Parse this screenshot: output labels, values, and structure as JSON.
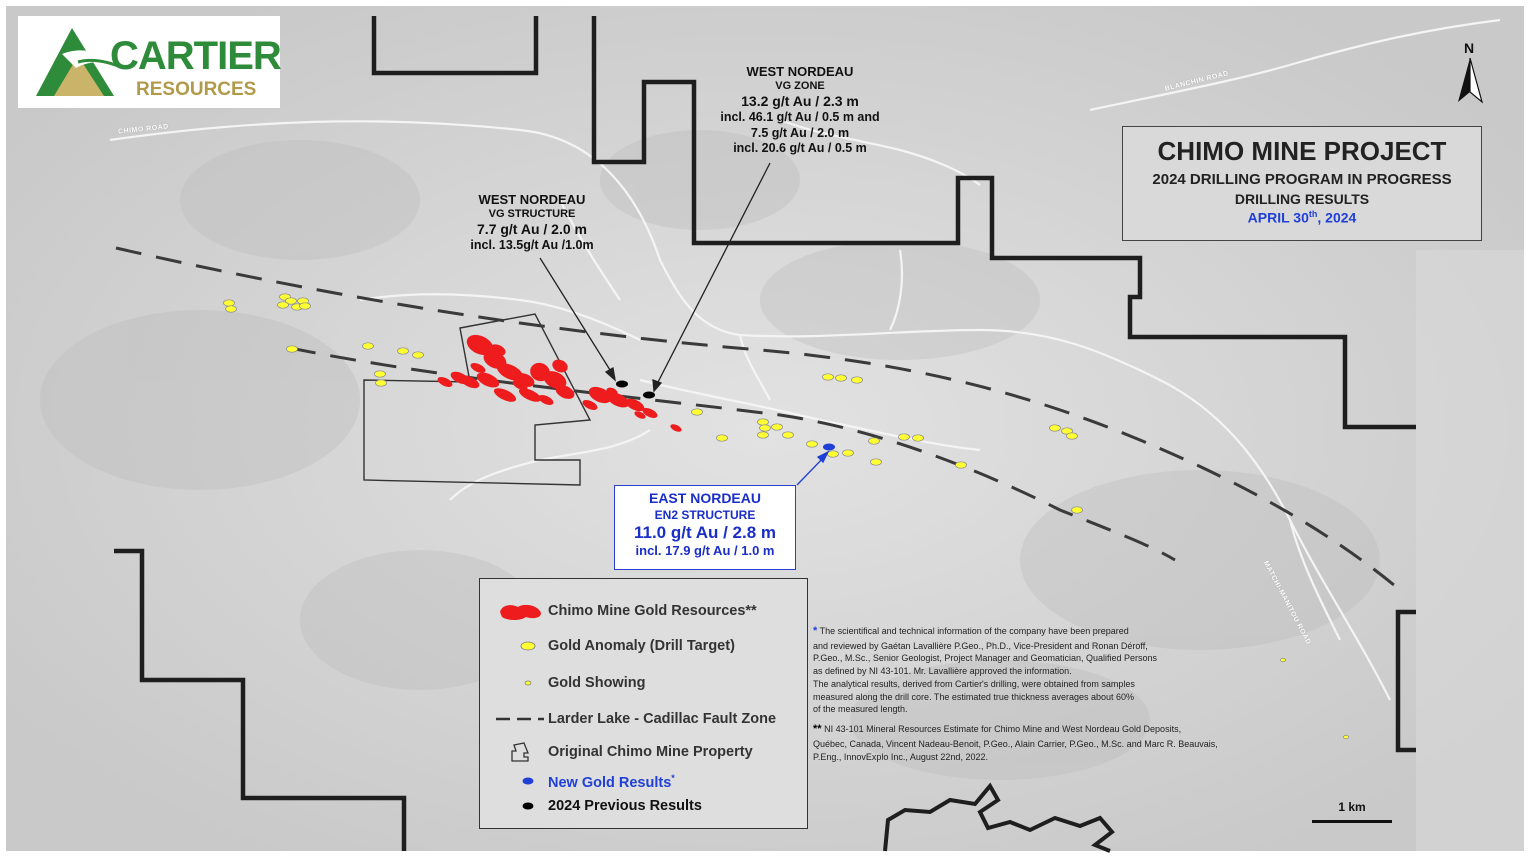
{
  "logo": {
    "line1": "CARTIER",
    "line2": "RESOURCES"
  },
  "title_box": {
    "title": "CHIMO MINE PROJECT",
    "subtitle": "2024 DRILLING PROGRAM IN PROGRESS",
    "line3": "DRILLING RESULTS",
    "date_main": "APRIL 30",
    "date_sup": "th",
    "date_rest": ", 2024"
  },
  "north_label": "N",
  "labels": {
    "vg_zone": {
      "l1": "WEST NORDEAU",
      "l2": "VG ZONE",
      "l3": "13.2 g/t Au / 2.3 m",
      "l4": "incl. 46.1 g/t Au / 0.5 m and",
      "l5": "7.5 g/t Au / 2.0 m",
      "l6": "incl. 20.6 g/t Au / 0.5 m"
    },
    "vg_structure": {
      "l1": "WEST NORDEAU",
      "l2": "VG STRUCTURE",
      "l3": "7.7 g/t Au / 2.0 m",
      "l4": "incl. 13.5g/t Au /1.0m"
    },
    "east_nordeau": {
      "l1": "EAST NORDEAU",
      "l2": "EN2 STRUCTURE",
      "l3": "11.0 g/t Au / 2.8 m",
      "l4": "incl. 17.9 g/t Au / 1.0 m"
    }
  },
  "roads": {
    "chimo": "CHIMO ROAD",
    "blanchin": "BLANCHIN ROAD",
    "matchi": "MATCHI-MANITOU ROAD"
  },
  "legend": [
    {
      "text": "Chimo Mine Gold Resources",
      "suffix": "**",
      "symbol": "red-blob-icon",
      "color": "#ee1c1c"
    },
    {
      "text": "Gold Anomaly (Drill Target)",
      "suffix": "",
      "symbol": "yellow-ellipse-icon",
      "color": "#ffff33"
    },
    {
      "text": "Gold Showing",
      "suffix": "",
      "symbol": "small-yellow-dot-icon",
      "color": "#ffff33"
    },
    {
      "text": "Larder Lake - Cadillac Fault Zone",
      "suffix": "",
      "symbol": "dashed-line-icon",
      "color": "#333333"
    },
    {
      "text": "Original Chimo Mine Property",
      "suffix": "",
      "symbol": "property-outline-icon",
      "color": "#333333"
    },
    {
      "text": "New Gold Results",
      "suffix": "*",
      "symbol": "blue-ellipse-icon",
      "color": "#1f3fd6"
    },
    {
      "text": "2024 Previous Results",
      "suffix": "",
      "symbol": "black-ellipse-icon",
      "color": "#000000"
    }
  ],
  "notes": {
    "n1_mark": "*",
    "n1": [
      "The scientifical and technical information of the company have been prepared",
      "and reviewed by Gaétan Lavallière P.Geo., Ph.D., Vice-President and Ronan Déroff,",
      "P.Geo., M.Sc., Senior Geologist, Project Manager and Geomatician, Qualified Persons",
      "as defined by NI 43-101. Mr. Lavallière approved the information.",
      "The analytical results, derived from Cartier's drilling, were obtained from samples",
      "measured along the drill core. The estimated true thickness averages about 60%",
      "of the measured length."
    ],
    "n2_mark": "**",
    "n2": [
      "NI 43-101 Mineral Resources Estimate for Chimo Mine and West Nordeau Gold Deposits,",
      "Québec, Canada, Vincent Nadeau-Benoit, P.Geo., Alain Carrier, P.Geo., M.Sc. and Marc R. Beauvais,",
      "P.Eng., InnovExplo Inc., August 22nd, 2022."
    ]
  },
  "scale_label": "1 km",
  "colors": {
    "blue": "#1f3fd6",
    "red": "#ee1c1c",
    "yellow": "#ffff33",
    "map_bg": "#d4d4d4"
  }
}
